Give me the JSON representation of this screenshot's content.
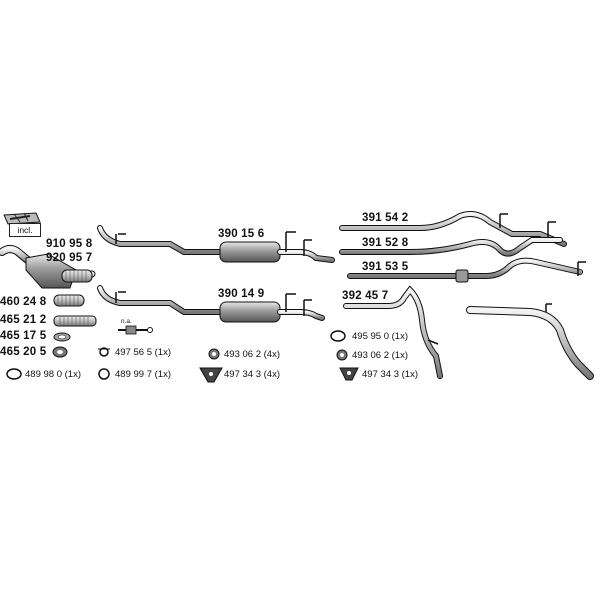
{
  "catalytic_group": {
    "incl_label": "incl.",
    "codes": [
      "910 95 8",
      "920 95 7"
    ]
  },
  "front_parts": [
    {
      "code": "460 24 8"
    },
    {
      "code": "465 21 2"
    },
    {
      "code": "465 17 5"
    },
    {
      "code": "465 20 5"
    }
  ],
  "na_label": "n.a.",
  "middle_silencers": [
    {
      "code": "390 15 6"
    },
    {
      "code": "390 14 9"
    }
  ],
  "rear_pipes": [
    {
      "code": "391 54 2"
    },
    {
      "code": "391 52 8"
    },
    {
      "code": "391 53 5"
    },
    {
      "code": "392 45 7"
    }
  ],
  "accessories_left": [
    {
      "code": "497 56 5",
      "qty": "(1x)"
    },
    {
      "code": "493 06 2",
      "qty": "(4x)"
    },
    {
      "code": "489 98 0",
      "qty": "(1x)"
    },
    {
      "code": "489 99 7",
      "qty": "(1x)"
    },
    {
      "code": "497 34 3",
      "qty": "(4x)"
    }
  ],
  "accessories_right": [
    {
      "code": "495 95 0",
      "qty": "(1x)"
    },
    {
      "code": "493 06 2",
      "qty": "(1x)"
    },
    {
      "code": "497 34 3",
      "qty": "(1x)"
    }
  ]
}
